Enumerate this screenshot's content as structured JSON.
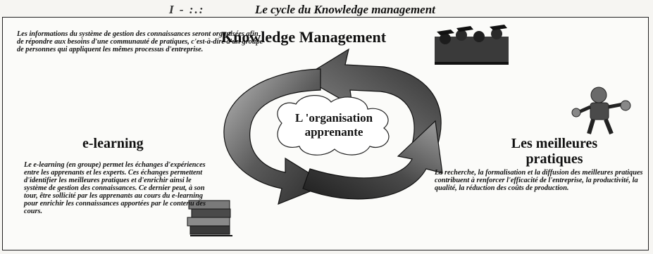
{
  "figure": {
    "label": "I - :.: ",
    "title": "Le cycle du Knowledge management"
  },
  "center_label": "L 'organisation apprenante",
  "km": {
    "heading": "Knowledge Management",
    "text": "Les informations du système de gestion des connaissances seront organisées afin de répondre aux besoins d'une communauté de pratiques, c'est-à-dire d'un groupe de personnes qui appliquent les mêmes processus d'entreprise."
  },
  "elearning": {
    "heading": "e-learning",
    "text": "Le e-learning (en groupe) permet les échanges d'expériences entre les apprenants et les experts. Ces échanges permettent d'identifier les meilleures pratiques et d'enrichir ainsi le système de gestion des connaissances. Ce dernier peut, à son tour, être sollicité par les apprenants au cours du e-learning pour enrichir les connaissances apportées par le contenu des cours."
  },
  "best_practices": {
    "heading": "Les meilleures pratiques",
    "text": "La recherche, la formalisation et la diffusion des meilleures pratiques contribuent à renforcer l'efficacité de l'entreprise, la productivité, la qualité, la réduction des coûts de production."
  },
  "colors": {
    "arrow_dark": "#2e2e2e",
    "arrow_mid": "#6b6b6b",
    "arrow_light": "#b8b8b8",
    "frame": "#222222"
  },
  "icons": [
    "graduates-icon",
    "worker-icon",
    "books-icon"
  ]
}
